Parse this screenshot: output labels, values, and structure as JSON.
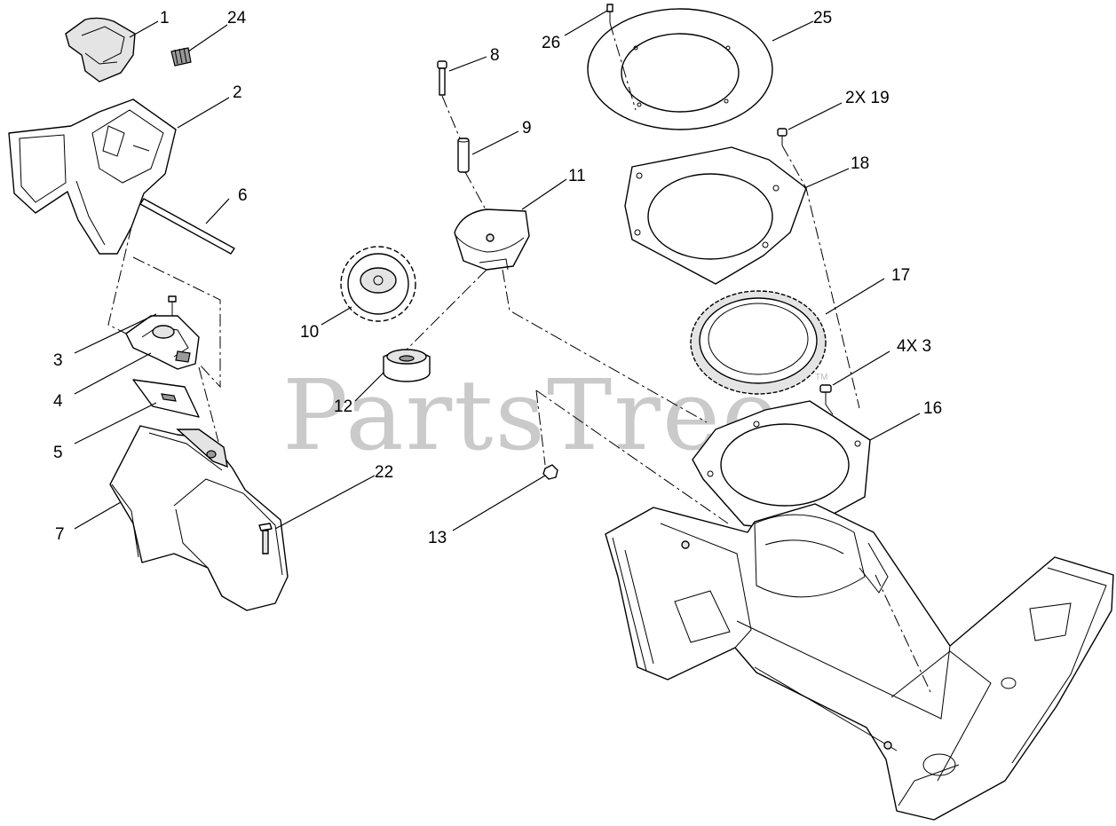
{
  "watermark": {
    "text": "PartsTree",
    "trademark": "TM"
  },
  "callouts": {
    "c1": "1",
    "c24": "24",
    "c2": "2",
    "c6": "6",
    "c3": "3",
    "c4": "4",
    "c5": "5",
    "c7": "7",
    "c22": "22",
    "c8": "8",
    "c9": "9",
    "c11": "11",
    "c10": "10",
    "c12": "12",
    "c13": "13",
    "c26": "26",
    "c25": "25",
    "c2x19": "2X 19",
    "c18": "18",
    "c17": "17",
    "c4x3": "4X 3",
    "c16": "16"
  }
}
